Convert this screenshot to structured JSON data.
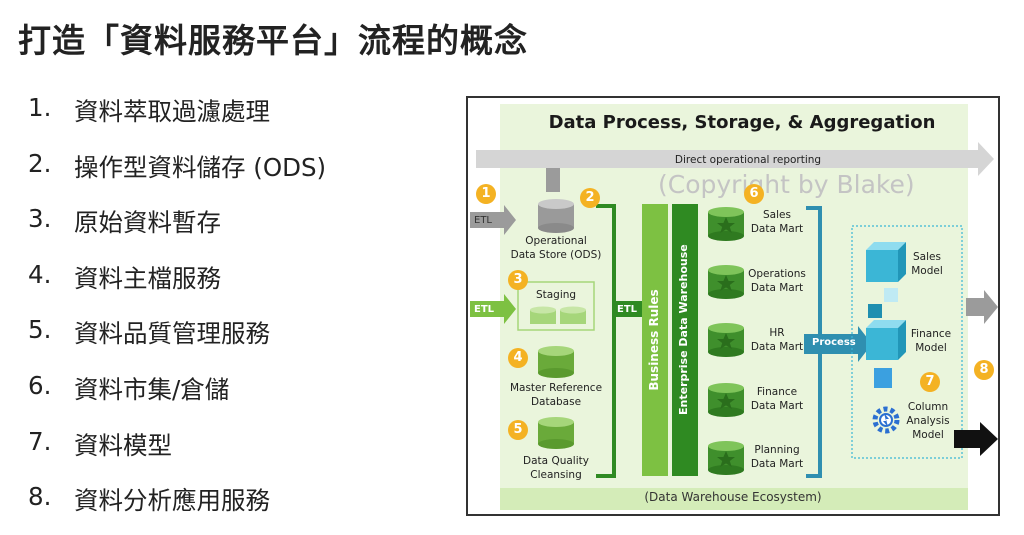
{
  "title": "打造「資料服務平台」流程的概念",
  "steps": [
    {
      "num": "1.",
      "label": "資料萃取過濾處理"
    },
    {
      "num": "2.",
      "label": "操作型資料儲存 (ODS)"
    },
    {
      "num": "3.",
      "label": "原始資料暫存"
    },
    {
      "num": "4.",
      "label": "資料主檔服務"
    },
    {
      "num": "5.",
      "label": "資料品質管理服務"
    },
    {
      "num": "6.",
      "label": "資料市集/倉儲"
    },
    {
      "num": "7.",
      "label": "資料模型"
    },
    {
      "num": "8.",
      "label": "資料分析應用服務"
    }
  ],
  "diagram": {
    "title": "Data Process, Storage, & Aggregation",
    "direct_reporting": "Direct operational reporting",
    "copyright": "(Copyright by Blake)",
    "etl": "ETL",
    "ods_label": [
      "Operational",
      "Data Store (ODS)"
    ],
    "staging_label": "Staging",
    "mrd_label": [
      "Master Reference",
      "Database"
    ],
    "dq_label": [
      "Data Quality",
      "Cleansing"
    ],
    "business_rules": "Business Rules",
    "edw": "Enterprise Data Warehouse",
    "marts": [
      [
        "Sales",
        "Data Mart"
      ],
      [
        "Operations",
        "Data Mart"
      ],
      [
        "HR",
        "Data Mart"
      ],
      [
        "Finance",
        "Data Mart"
      ],
      [
        "Planning",
        "Data Mart"
      ]
    ],
    "process": "Process",
    "models": {
      "sales": [
        "Sales",
        "Model"
      ],
      "finance": [
        "Finance",
        "Model"
      ],
      "column": [
        "Column",
        "Analysis",
        "Model"
      ]
    },
    "ecosystem": "(Data Warehouse Ecosystem)",
    "badges": [
      "1",
      "2",
      "3",
      "4",
      "5",
      "6",
      "7",
      "8"
    ],
    "colors": {
      "bg_green": "#eaf5dc",
      "bar_green": "#7dc142",
      "dark_green": "#2f8a22",
      "cylinder_green": "#6aaa3a",
      "badge_orange": "#f4b223",
      "arrow_gray": "#9b9b9b",
      "blue": "#3bb6d6",
      "process_blue": "#2f8fb0"
    }
  }
}
